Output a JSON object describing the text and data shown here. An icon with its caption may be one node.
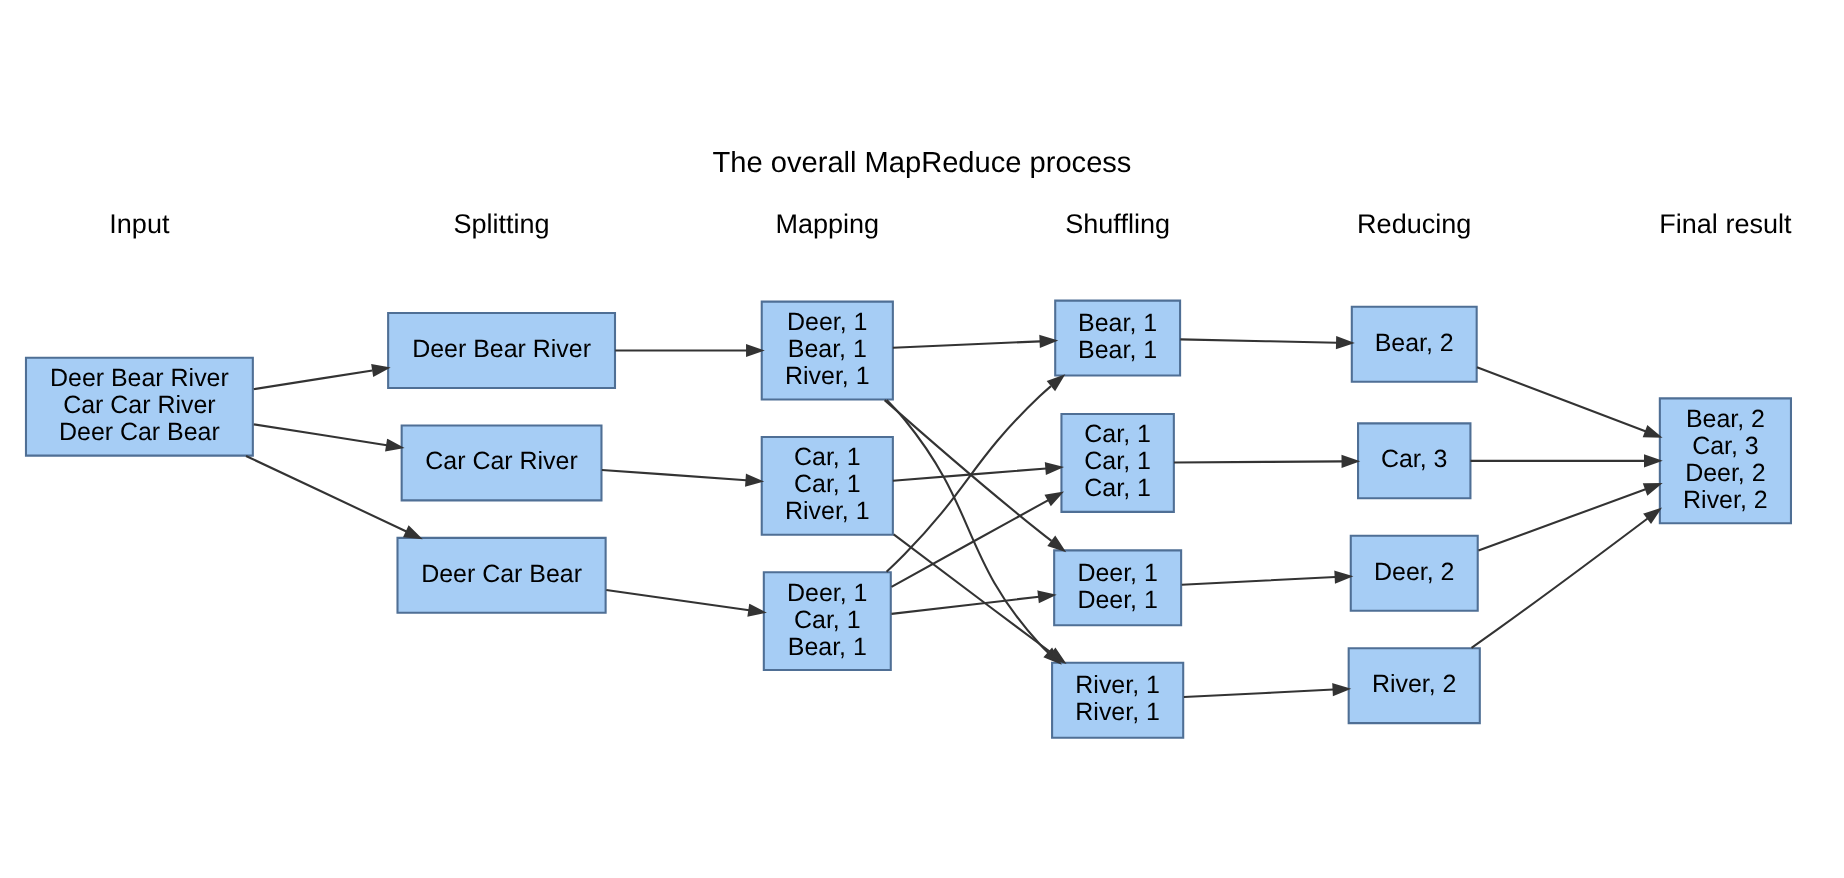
{
  "diagram": {
    "title": "The overall MapReduce process",
    "nodes": [
      {
        "text": [
          "Deer Bear River",
          "Car Car River",
          "Deer Car Bear"
        ]
      },
      {
        "text": [
          "Deer Bear River"
        ]
      },
      {
        "text": [
          "Car Car River"
        ]
      },
      {
        "text": [
          "Deer Car Bear"
        ]
      },
      {
        "text": [
          "Deer, 1",
          "Bear, 1",
          "River, 1"
        ]
      },
      {
        "text": [
          "Car, 1",
          "Car, 1",
          "River, 1"
        ]
      },
      {
        "text": [
          "Deer, 1",
          "Car, 1",
          "Bear, 1"
        ]
      },
      {
        "text": [
          "Bear, 1",
          "Bear, 1"
        ]
      },
      {
        "text": [
          "Car, 1",
          "Car, 1",
          "Car, 1"
        ]
      },
      {
        "text": [
          "Deer, 1",
          "Deer, 1"
        ]
      },
      {
        "text": [
          "River, 1",
          "River, 1"
        ]
      },
      {
        "text": [
          "Bear, 2"
        ]
      },
      {
        "text": [
          "Car, 3"
        ]
      },
      {
        "text": [
          "Deer, 2"
        ]
      },
      {
        "text": [
          "River, 2"
        ]
      },
      {
        "text": [
          "Bear, 2",
          "Car, 3",
          "Deer, 2",
          "River, 2"
        ]
      }
    ],
    "edges": [
      {
        "from": 0,
        "to": 1,
        "arrow": "to"
      },
      {
        "from": 0,
        "to": 2,
        "arrow": "to"
      },
      {
        "from": 0,
        "to": 3,
        "arrow": "to"
      },
      {
        "from": 1,
        "to": 4,
        "arrow": "to"
      },
      {
        "from": 2,
        "to": 5,
        "arrow": "to"
      },
      {
        "from": 3,
        "to": 6,
        "arrow": "to"
      },
      {
        "from": 4,
        "to": 7,
        "arrow": "to"
      },
      {
        "from": 4,
        "to": 9,
        "arrow": "to"
      },
      {
        "from": 4,
        "to": 10,
        "arrow": "to"
      },
      {
        "from": 5,
        "to": 8,
        "arrow": "to"
      },
      {
        "from": 5,
        "to": 10,
        "arrow": "to"
      },
      {
        "from": 6,
        "to": 7,
        "arrow": "to"
      },
      {
        "from": 6,
        "to": 8,
        "arrow": "to"
      },
      {
        "from": 6,
        "to": 9,
        "arrow": "to"
      },
      {
        "from": 7,
        "to": 11,
        "arrow": "to"
      },
      {
        "from": 8,
        "to": 12,
        "arrow": "to"
      },
      {
        "from": 9,
        "to": 13,
        "arrow": "to"
      },
      {
        "from": 10,
        "to": 14,
        "arrow": "to"
      },
      {
        "from": 11,
        "to": 15,
        "arrow": "to"
      },
      {
        "from": 12,
        "to": 15,
        "arrow": "to"
      },
      {
        "from": 13,
        "to": 15,
        "arrow": "to"
      },
      {
        "from": 14,
        "to": 15,
        "arrow": "to"
      }
    ],
    "labels": [
      "Input",
      "Splitting",
      "Mapping",
      "Shuffling",
      "Reducing",
      "Final result"
    ]
  }
}
